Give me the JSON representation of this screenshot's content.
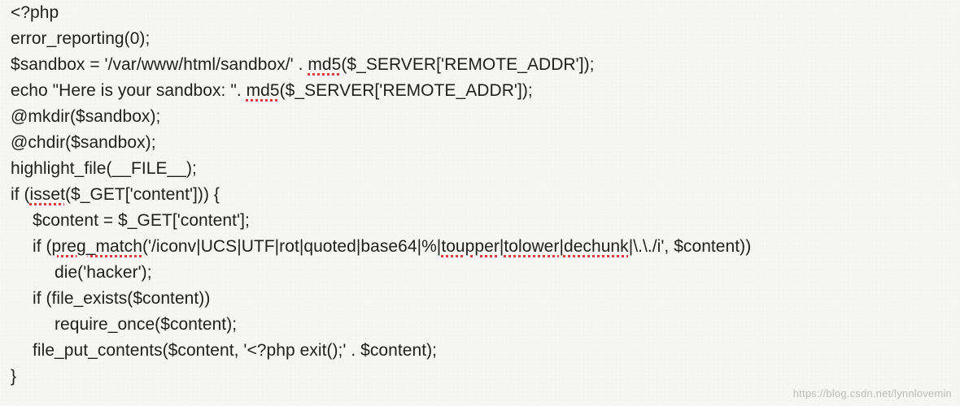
{
  "code": {
    "lines": [
      {
        "indent": 0,
        "segments": [
          {
            "text": "<?php"
          }
        ]
      },
      {
        "indent": 0,
        "segments": [
          {
            "text": "error_reporting(0);"
          }
        ]
      },
      {
        "indent": 0,
        "segments": [
          {
            "text": "$sandbox = '/var/www/html/sandbox/' . "
          },
          {
            "text": "md5",
            "spell": true
          },
          {
            "text": "($_SERVER['REMOTE_ADDR']);"
          }
        ]
      },
      {
        "indent": 0,
        "segments": [
          {
            "text": "echo \"Here is your sandbox: \". "
          },
          {
            "text": "md5",
            "spell": true
          },
          {
            "text": "($_SERVER['REMOTE_ADDR']);"
          }
        ]
      },
      {
        "indent": 0,
        "segments": [
          {
            "text": "@mkdir($sandbox);"
          }
        ]
      },
      {
        "indent": 0,
        "segments": [
          {
            "text": "@chdir($sandbox);"
          }
        ]
      },
      {
        "indent": 0,
        "segments": [
          {
            "text": "highlight_file(__FILE__);"
          }
        ]
      },
      {
        "indent": 0,
        "segments": [
          {
            "text": "if ("
          },
          {
            "text": "isset",
            "spell": true
          },
          {
            "text": "($_GET['content'])) {"
          }
        ]
      },
      {
        "indent": 1,
        "segments": [
          {
            "text": "$content = $_GET['content'];"
          }
        ]
      },
      {
        "indent": 1,
        "segments": [
          {
            "text": "if ("
          },
          {
            "text": "preg_match",
            "spell": true
          },
          {
            "text": "('/iconv|UCS|UTF|rot|quoted|base64|%|"
          },
          {
            "text": "toupper",
            "spell": true
          },
          {
            "text": "|"
          },
          {
            "text": "tolower",
            "spell": true
          },
          {
            "text": "|"
          },
          {
            "text": "dechunk",
            "spell": true
          },
          {
            "text": "|\\.\\./i', $content))"
          }
        ]
      },
      {
        "indent": 2,
        "segments": [
          {
            "text": "die('hacker');"
          }
        ]
      },
      {
        "indent": 1,
        "segments": [
          {
            "text": "if (file_exists($content))"
          }
        ]
      },
      {
        "indent": 2,
        "segments": [
          {
            "text": "require_once($content);"
          }
        ]
      },
      {
        "indent": 1,
        "segments": [
          {
            "text": "file_put_contents($content, '<?php exit();' . $content);"
          }
        ]
      },
      {
        "indent": 0,
        "segments": [
          {
            "text": "}"
          }
        ]
      }
    ]
  },
  "watermark": "https://blog.csdn.net/lynnlovemin"
}
